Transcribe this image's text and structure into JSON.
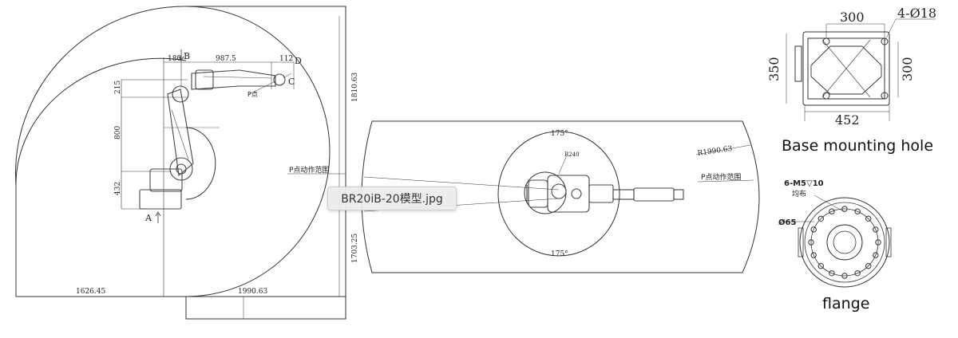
{
  "tooltip": {
    "filename": "BR20iB-20模型.jpg"
  },
  "side_view": {
    "dim_top_180": "180",
    "dim_top_987": "987.5",
    "dim_top_112": "112",
    "label_b": "B",
    "label_c": "C",
    "label_d": "D",
    "label_a": "A",
    "label_p": "P点",
    "dim_215": "215",
    "dim_800": "800",
    "dim_432": "432",
    "dim_right_1810": "1810.63",
    "dim_right_1703": "1703.25",
    "dim_bottom_1626": "1626.45",
    "dim_bottom_1990": "1990.63",
    "p_range": "P点动作范围"
  },
  "top_view": {
    "angle_top": "175°",
    "angle_bottom": "175°",
    "r240": "R240",
    "r1990": "R1990.63",
    "p_range": "P点动作范围"
  },
  "base": {
    "dim_top": "300",
    "holes": "4-Ø18",
    "dim_left": "350",
    "dim_right": "300",
    "dim_bottom": "452",
    "caption": "Base mounting hole"
  },
  "flange": {
    "thread": "6-M5▽10",
    "even": "均布",
    "diameter": "Ø65",
    "caption": "flange"
  }
}
